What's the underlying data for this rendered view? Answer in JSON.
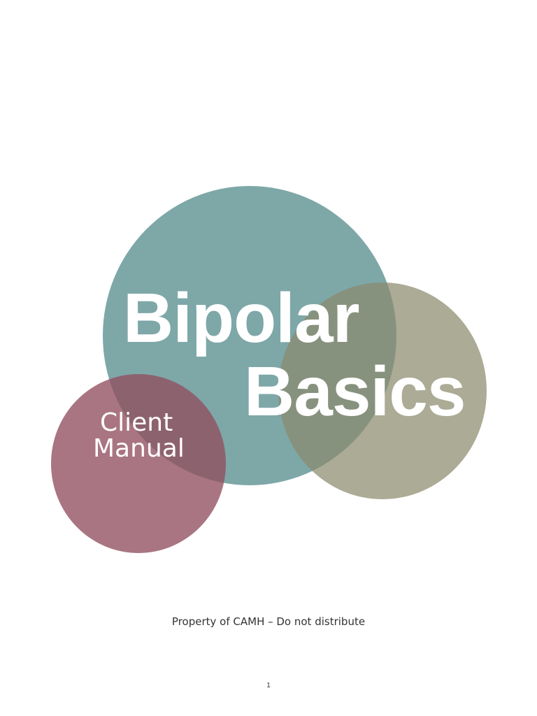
{
  "cover": {
    "title_line1": "Bipolar",
    "title_line2": "Basics",
    "subtitle_line1": "Client",
    "subtitle_line2": "Manual"
  },
  "colors": {
    "teal_circle": "#7ea7a8",
    "olive_circle": "#a8a793",
    "mauve_circle": "#a8707b",
    "text_white": "#ffffff"
  },
  "footer": {
    "notice": "Property of CAMH – Do not distribute",
    "page_number": "1"
  }
}
